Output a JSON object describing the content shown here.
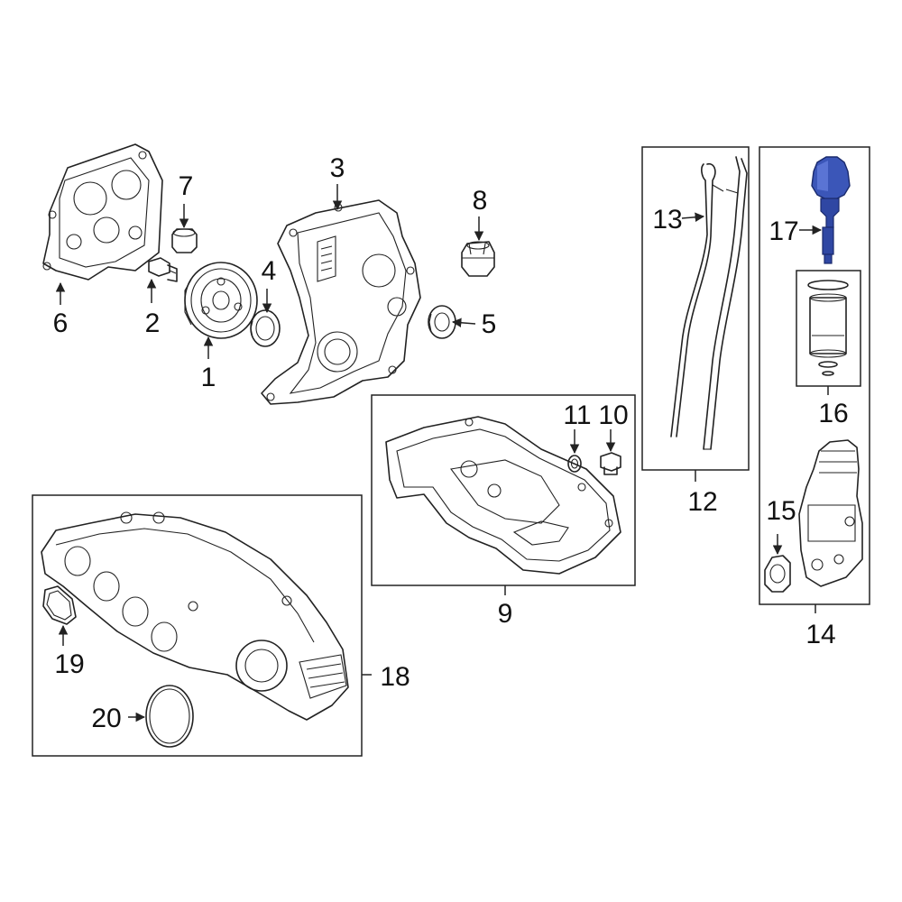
{
  "callouts": {
    "c1": "1",
    "c2": "2",
    "c3": "3",
    "c4": "4",
    "c5": "5",
    "c6": "6",
    "c7": "7",
    "c8": "8",
    "c9": "9",
    "c10": "10",
    "c11": "11",
    "c12": "12",
    "c13": "13",
    "c14": "14",
    "c15": "15",
    "c16": "16",
    "c17": "17",
    "c18": "18",
    "c19": "19",
    "c20": "20"
  },
  "highlight_color": "#3b56b8",
  "highlighted_part": "17"
}
